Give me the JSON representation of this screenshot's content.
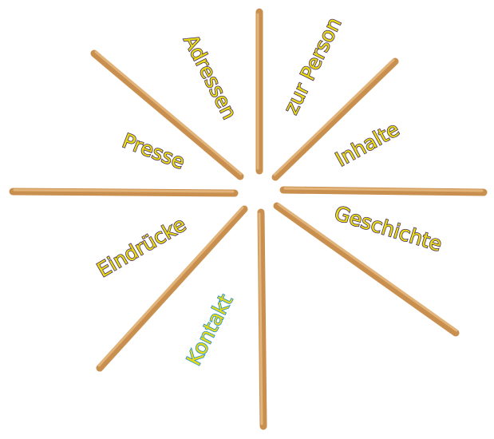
{
  "nav": {
    "items": [
      {
        "id": "adressen",
        "label": "Adressen"
      },
      {
        "id": "zur-person",
        "label": "zur Person"
      },
      {
        "id": "inhalte",
        "label": "Inhalte"
      },
      {
        "id": "presse",
        "label": "Presse"
      },
      {
        "id": "geschichte",
        "label": "Geschichte"
      },
      {
        "id": "eindruecke",
        "label": "Eindrücke"
      },
      {
        "id": "kontakt",
        "label": "Kontakt",
        "active": true
      }
    ]
  },
  "colors": {
    "label_fill": "#e8dc10",
    "label_outline": "#4a2f6a",
    "active_outline": "#1e8ad8",
    "bamboo": "#c98f4f"
  }
}
